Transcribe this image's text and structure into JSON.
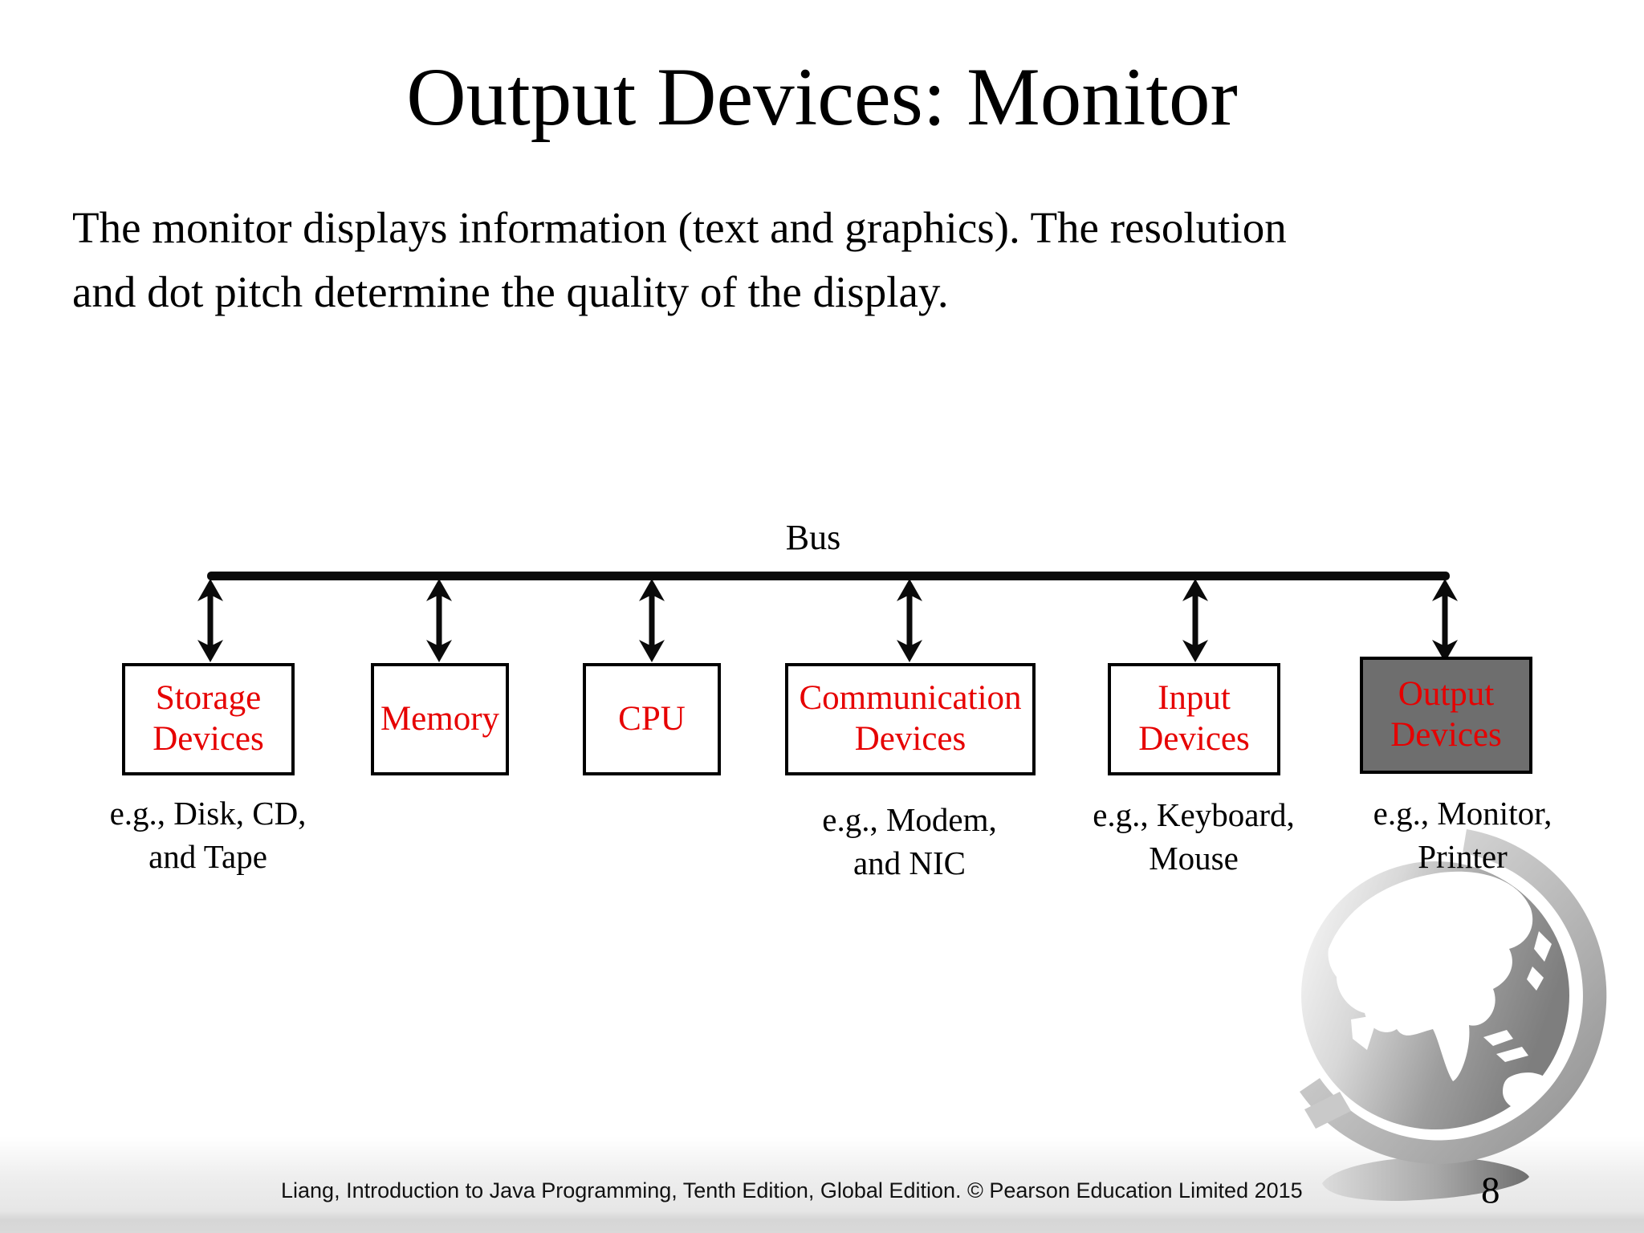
{
  "slide": {
    "title": "Output Devices: Monitor",
    "body": {
      "line1": "The monitor displays information (text and graphics). The resolution",
      "line2": "and dot pitch determine the quality of the display."
    },
    "footer_credit": "Liang, Introduction to Java Programming, Tenth Edition, Global Edition. © Pearson Education Limited 2015",
    "page_number": "8"
  },
  "diagram": {
    "bus_label": "Bus",
    "boxes": [
      {
        "id": "storage",
        "line1": "Storage",
        "line2": "Devices",
        "highlighted": false
      },
      {
        "id": "memory",
        "line1": "Memory",
        "line2": "",
        "highlighted": false
      },
      {
        "id": "cpu",
        "line1": "CPU",
        "line2": "",
        "highlighted": false
      },
      {
        "id": "communication",
        "line1": "Communication",
        "line2": "Devices",
        "highlighted": false
      },
      {
        "id": "input",
        "line1": "Input",
        "line2": "Devices",
        "highlighted": false
      },
      {
        "id": "output",
        "line1": "Output",
        "line2": "Devices",
        "highlighted": true
      }
    ],
    "captions": [
      {
        "under": "storage",
        "line1": "e.g., Disk, CD,",
        "line2": "and Tape"
      },
      {
        "under": "communication",
        "line1": "e.g., Modem,",
        "line2": "and NIC"
      },
      {
        "under": "input",
        "line1": "e.g., Keyboard,",
        "line2": "Mouse"
      },
      {
        "under": "output",
        "line1": "e.g., Monitor,",
        "line2": "Printer"
      }
    ],
    "colors": {
      "box_text_red": "#e60000",
      "highlight_fill_gray": "#6e6e6e",
      "line_black": "#0a0a0a"
    }
  },
  "decor": {
    "globe_icon": "pearson-globe-logo"
  }
}
